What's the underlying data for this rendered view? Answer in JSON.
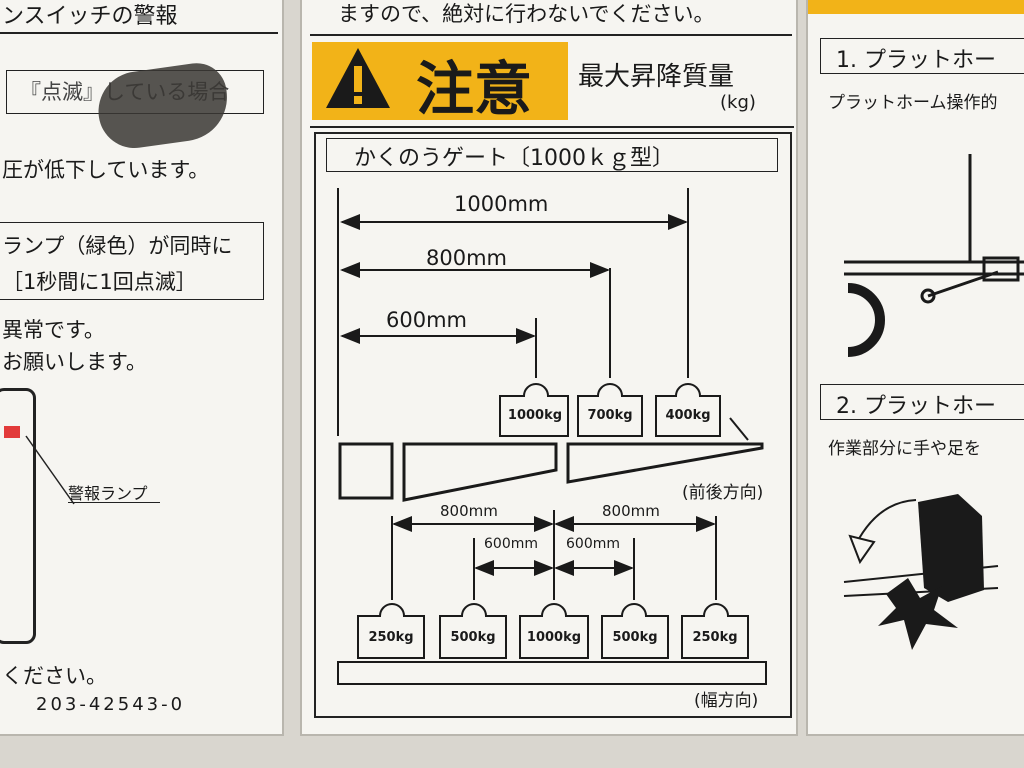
{
  "left_label": {
    "line1": "ンスイッチの警報",
    "line2": "『点滅』している場合",
    "line3": "圧が低下しています。",
    "line4": "ランプ（緑色）が同時に",
    "line5": "［1秒間に1回点滅］",
    "line6": "異常です。",
    "line7": "お願いします。",
    "lamp_caption": "警報ランプ",
    "line8": "ください。",
    "part_number": "203-42543-0"
  },
  "middle_label": {
    "top_text": "ますので、絶対に行わないでください。",
    "caution_word": "注意",
    "max_load_title": "最大昇降質量",
    "max_load_unit": "(kg)",
    "gate_title": "かくのうゲート〔1000ｋｇ型〕",
    "front_back": {
      "distances": [
        "1000mm",
        "800mm",
        "600mm"
      ],
      "weights": [
        "1000kg",
        "700kg",
        "400kg"
      ],
      "direction_label": "(前後方向)"
    },
    "width_dir": {
      "outer_distance_left": "800mm",
      "outer_distance_right": "800mm",
      "inner_distance_left": "600mm",
      "inner_distance_right": "600mm",
      "weights": [
        "250kg",
        "500kg",
        "1000kg",
        "500kg",
        "250kg"
      ],
      "direction_label": "(幅方向)"
    },
    "colors": {
      "caution_yellow": "#f2b318",
      "ink": "#1a1a1a"
    }
  },
  "right_label": {
    "step1_title": "1. プラットホー",
    "step1_text": "プラットホーム操作的",
    "step2_title": "2. プラットホー",
    "step2_text": "作業部分に手や足を"
  }
}
